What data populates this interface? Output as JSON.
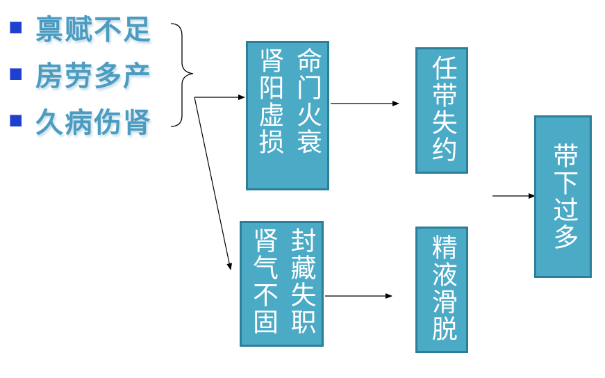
{
  "causes": [
    {
      "text": "禀赋不足",
      "bullet_icon": "square-bullet-icon"
    },
    {
      "text": "房劳多产",
      "bullet_icon": "square-bullet-icon"
    },
    {
      "text": "久病伤肾",
      "bullet_icon": "square-bullet-icon"
    }
  ],
  "boxes": {
    "kidney_yang": {
      "col1": "肾阳虚损",
      "col2": "命门火衰"
    },
    "kidney_qi": {
      "col1": "肾气不固",
      "col2": "封藏失职"
    },
    "belt_vessel": "任带失约",
    "essence": "精液滑脱",
    "result": "带下过多"
  },
  "colors": {
    "box_fill": "#4baac6",
    "box_border": "#2c7f99",
    "bullet": "#1f3fcf",
    "cause_text": "#4c9bc0"
  }
}
